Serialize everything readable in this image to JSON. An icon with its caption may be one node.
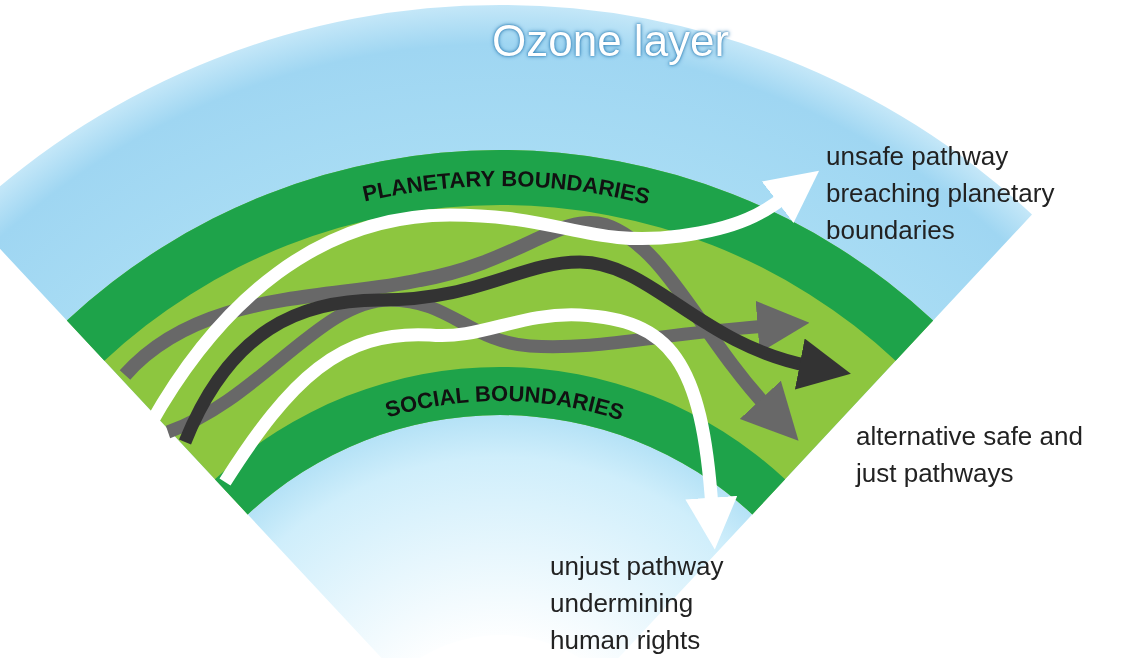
{
  "diagram": {
    "labels": [
      "Ozone layer",
      "PLANETARY BOUNDARIES",
      "SOCIAL BOUNDARIES",
      "unsafe pathway breaching planetary boundaries",
      "alternative safe and just pathways",
      "unjust pathway undermining human rights"
    ]
  }
}
